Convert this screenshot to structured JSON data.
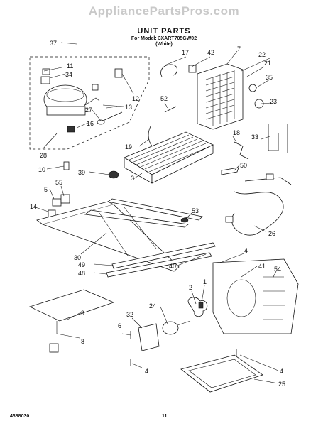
{
  "header": {
    "site": "AppliancePartsPros.com",
    "title": "UNIT PARTS",
    "model": "For Model: 3XART705GW02",
    "color": "(White)"
  },
  "footer": {
    "doc_number": "4388030",
    "page": "11"
  },
  "callouts": [
    "37",
    "11",
    "34",
    "12",
    "13",
    "27",
    "16",
    "28",
    "17",
    "42",
    "7",
    "22",
    "21",
    "35",
    "52",
    "23",
    "18",
    "33",
    "19",
    "10",
    "39",
    "3",
    "50",
    "5",
    "55",
    "14",
    "53",
    "26",
    "30",
    "49",
    "48",
    "40",
    "4",
    "41",
    "54",
    "2",
    "1",
    "32",
    "24",
    "6",
    "9",
    "8",
    "25"
  ]
}
